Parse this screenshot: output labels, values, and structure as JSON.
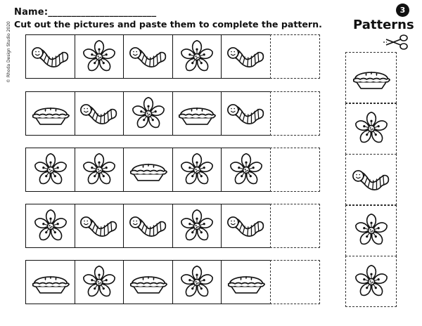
{
  "header": {
    "name_label": "Name:_______________________",
    "instructions": "Cut out the pictures and paste them to complete the pattern.",
    "copyright": "© Rhoda Design Studio 2020",
    "page_number": "3",
    "title": "Patterns"
  },
  "icons": {
    "scissors": "scissors-icon",
    "worm": "worm-icon",
    "flower": "flower-icon",
    "pie": "pie-icon"
  },
  "rows": [
    {
      "cells": [
        "worm",
        "flower",
        "worm",
        "flower",
        "worm",
        "answer"
      ]
    },
    {
      "cells": [
        "pie",
        "worm",
        "flower",
        "pie",
        "worm",
        "answer"
      ]
    },
    {
      "cells": [
        "flower",
        "flower",
        "pie",
        "flower",
        "flower",
        "answer"
      ]
    },
    {
      "cells": [
        "flower",
        "worm",
        "worm",
        "flower",
        "worm",
        "answer"
      ]
    },
    {
      "cells": [
        "pie",
        "flower",
        "pie",
        "flower",
        "pie",
        "answer"
      ]
    }
  ],
  "cutouts": [
    "pie",
    "flower",
    "worm",
    "flower",
    "flower"
  ]
}
